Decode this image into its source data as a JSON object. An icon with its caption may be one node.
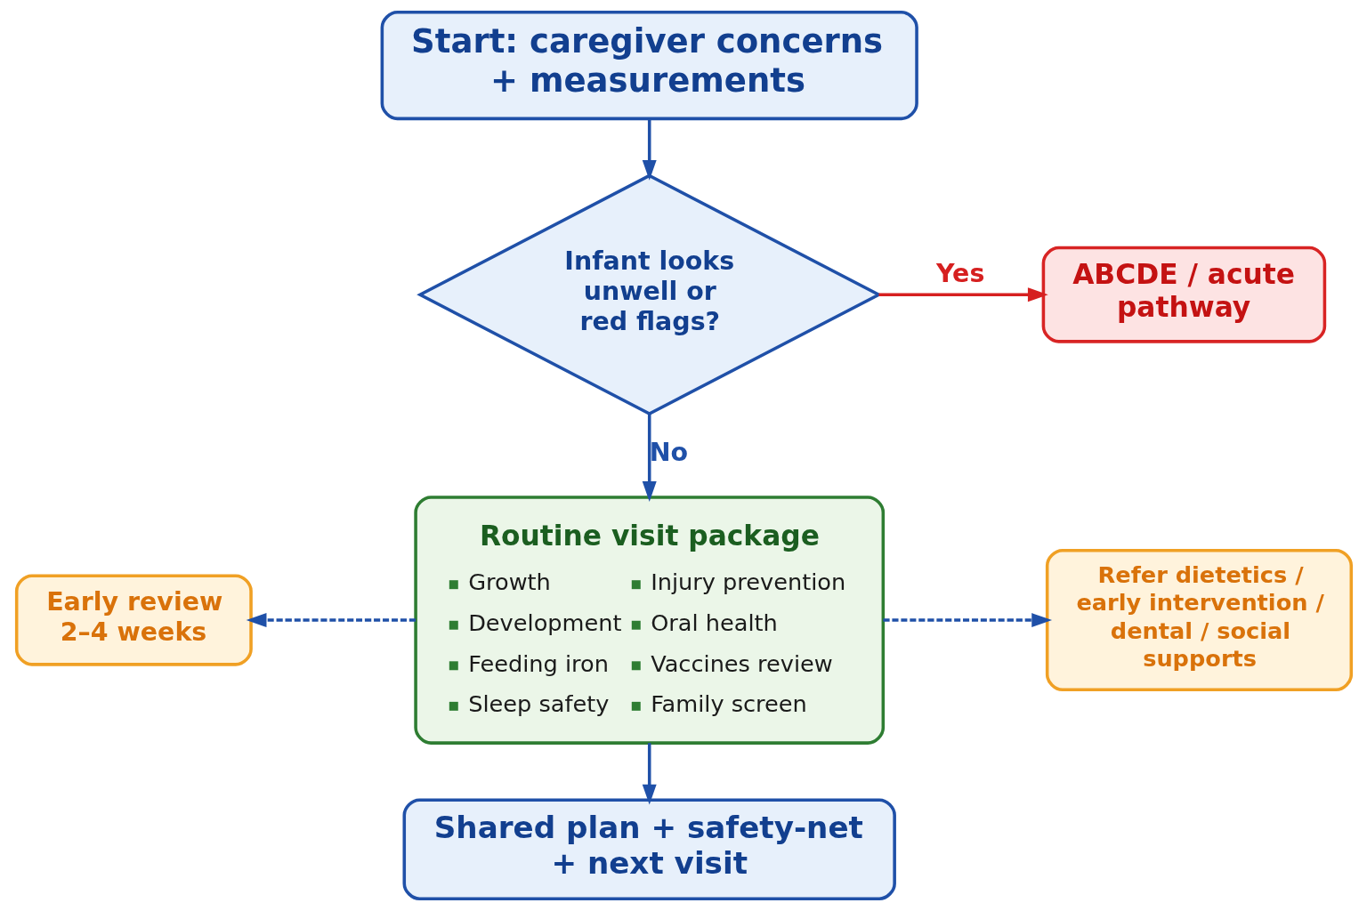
{
  "diagram": {
    "nodes": [
      {
        "text": [
          "Start: caregiver concerns + measurements"
        ]
      },
      {
        "text": [
          "Infant looks unwell or red flags?"
        ]
      },
      {
        "text": [
          "ABCDE / acute pathway"
        ]
      },
      {
        "text": [
          "Routine visit package",
          "Growth",
          "Development",
          "Feeding iron",
          "Sleep safety",
          "Injury prevention",
          "Oral health",
          "Vaccines review",
          "Family screen"
        ]
      },
      {
        "text": [
          "Early review 2–4 weeks"
        ]
      },
      {
        "text": [
          "Refer dietetics / early intervention / dental / social supports"
        ]
      },
      {
        "text": [
          "Shared plan + safety-net + next visit"
        ]
      }
    ],
    "edges": [
      {
        "from": 0,
        "to": 1,
        "arrow": "to"
      },
      {
        "from": 1,
        "to": 2,
        "arrow": "to",
        "label": "Yes",
        "color": "#d62020"
      },
      {
        "from": 1,
        "to": 3,
        "arrow": "to",
        "label": "No"
      },
      {
        "from": 3,
        "to": 4,
        "arrow": "to",
        "style": "dashed"
      },
      {
        "from": 3,
        "to": 5,
        "arrow": "to",
        "style": "dashed"
      },
      {
        "from": 3,
        "to": 6,
        "arrow": "to"
      }
    ]
  }
}
